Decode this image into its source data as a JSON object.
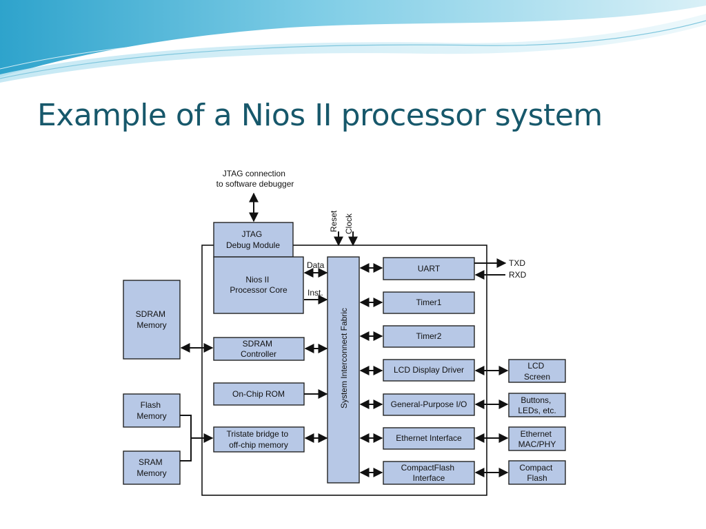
{
  "slide": {
    "title": "Example of a Nios II processor system"
  },
  "colors": {
    "title": "#17586b",
    "block_fill": "#b7c8e6",
    "wave_light": "#bfe3f0",
    "wave_dark": "#4fb3d6"
  },
  "diagram": {
    "jtag_connection": [
      "JTAG connection",
      "to software debugger"
    ],
    "reset": "Reset",
    "clock": "Clock",
    "jtag_debug": [
      "JTAG",
      "Debug Module"
    ],
    "nios_core": [
      "Nios II",
      "Processor Core"
    ],
    "data": "Data",
    "inst": "Inst.",
    "fabric": "System Interconnect Fabric",
    "sdram_memory": [
      "SDRAM",
      "Memory"
    ],
    "sdram_controller": [
      "SDRAM",
      "Controller"
    ],
    "onchip_rom": "On-Chip ROM",
    "tristate_bridge": [
      "Tristate bridge to",
      "off-chip memory"
    ],
    "flash_memory": [
      "Flash",
      "Memory"
    ],
    "sram_memory": [
      "SRAM",
      "Memory"
    ],
    "uart": "UART",
    "txd": "TXD",
    "rxd": "RXD",
    "timer1": "Timer1",
    "timer2": "Timer2",
    "lcd_driver": "LCD Display Driver",
    "gpio": "General-Purpose I/O",
    "ethernet_interface": "Ethernet Interface",
    "compactflash_interface": [
      "CompactFlash",
      "Interface"
    ],
    "lcd_screen": [
      "LCD",
      "Screen"
    ],
    "buttons_leds": [
      "Buttons,",
      "LEDs, etc."
    ],
    "ethernet_mac": [
      "Ethernet",
      "MAC/PHY"
    ],
    "compact_flash": [
      "Compact",
      "Flash"
    ]
  }
}
